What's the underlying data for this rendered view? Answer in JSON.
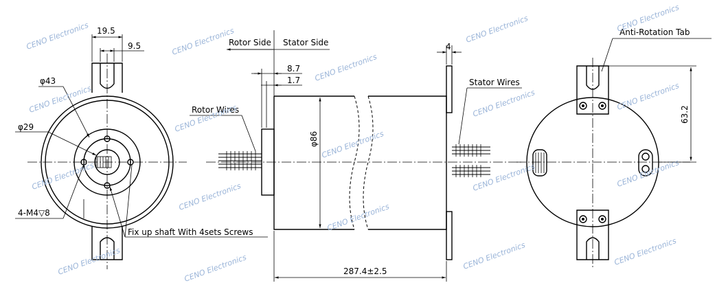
{
  "watermark": "CENO Electronics",
  "left_view": {
    "dim_tab_outer": "19.5",
    "dim_tab_inner": "9.5",
    "dia_outer": "φ43",
    "dia_inner": "φ29",
    "thread": "4-M4▽8",
    "fix_note": "Fix up shaft With 4sets Screws"
  },
  "side_view": {
    "rotor_side": "Rotor Side",
    "stator_side": "Stator Side",
    "dim_8_7": "8.7",
    "dim_1_7": "1.7",
    "dim_4": "4",
    "rotor_wires": "Rotor  Wires",
    "stator_wires": "Stator Wires",
    "dia_body": "φ86",
    "length": "287.4±2.5"
  },
  "right_view": {
    "anti_rotation": "Anti-Rotation Tab",
    "dim_63_2": "63.2"
  }
}
